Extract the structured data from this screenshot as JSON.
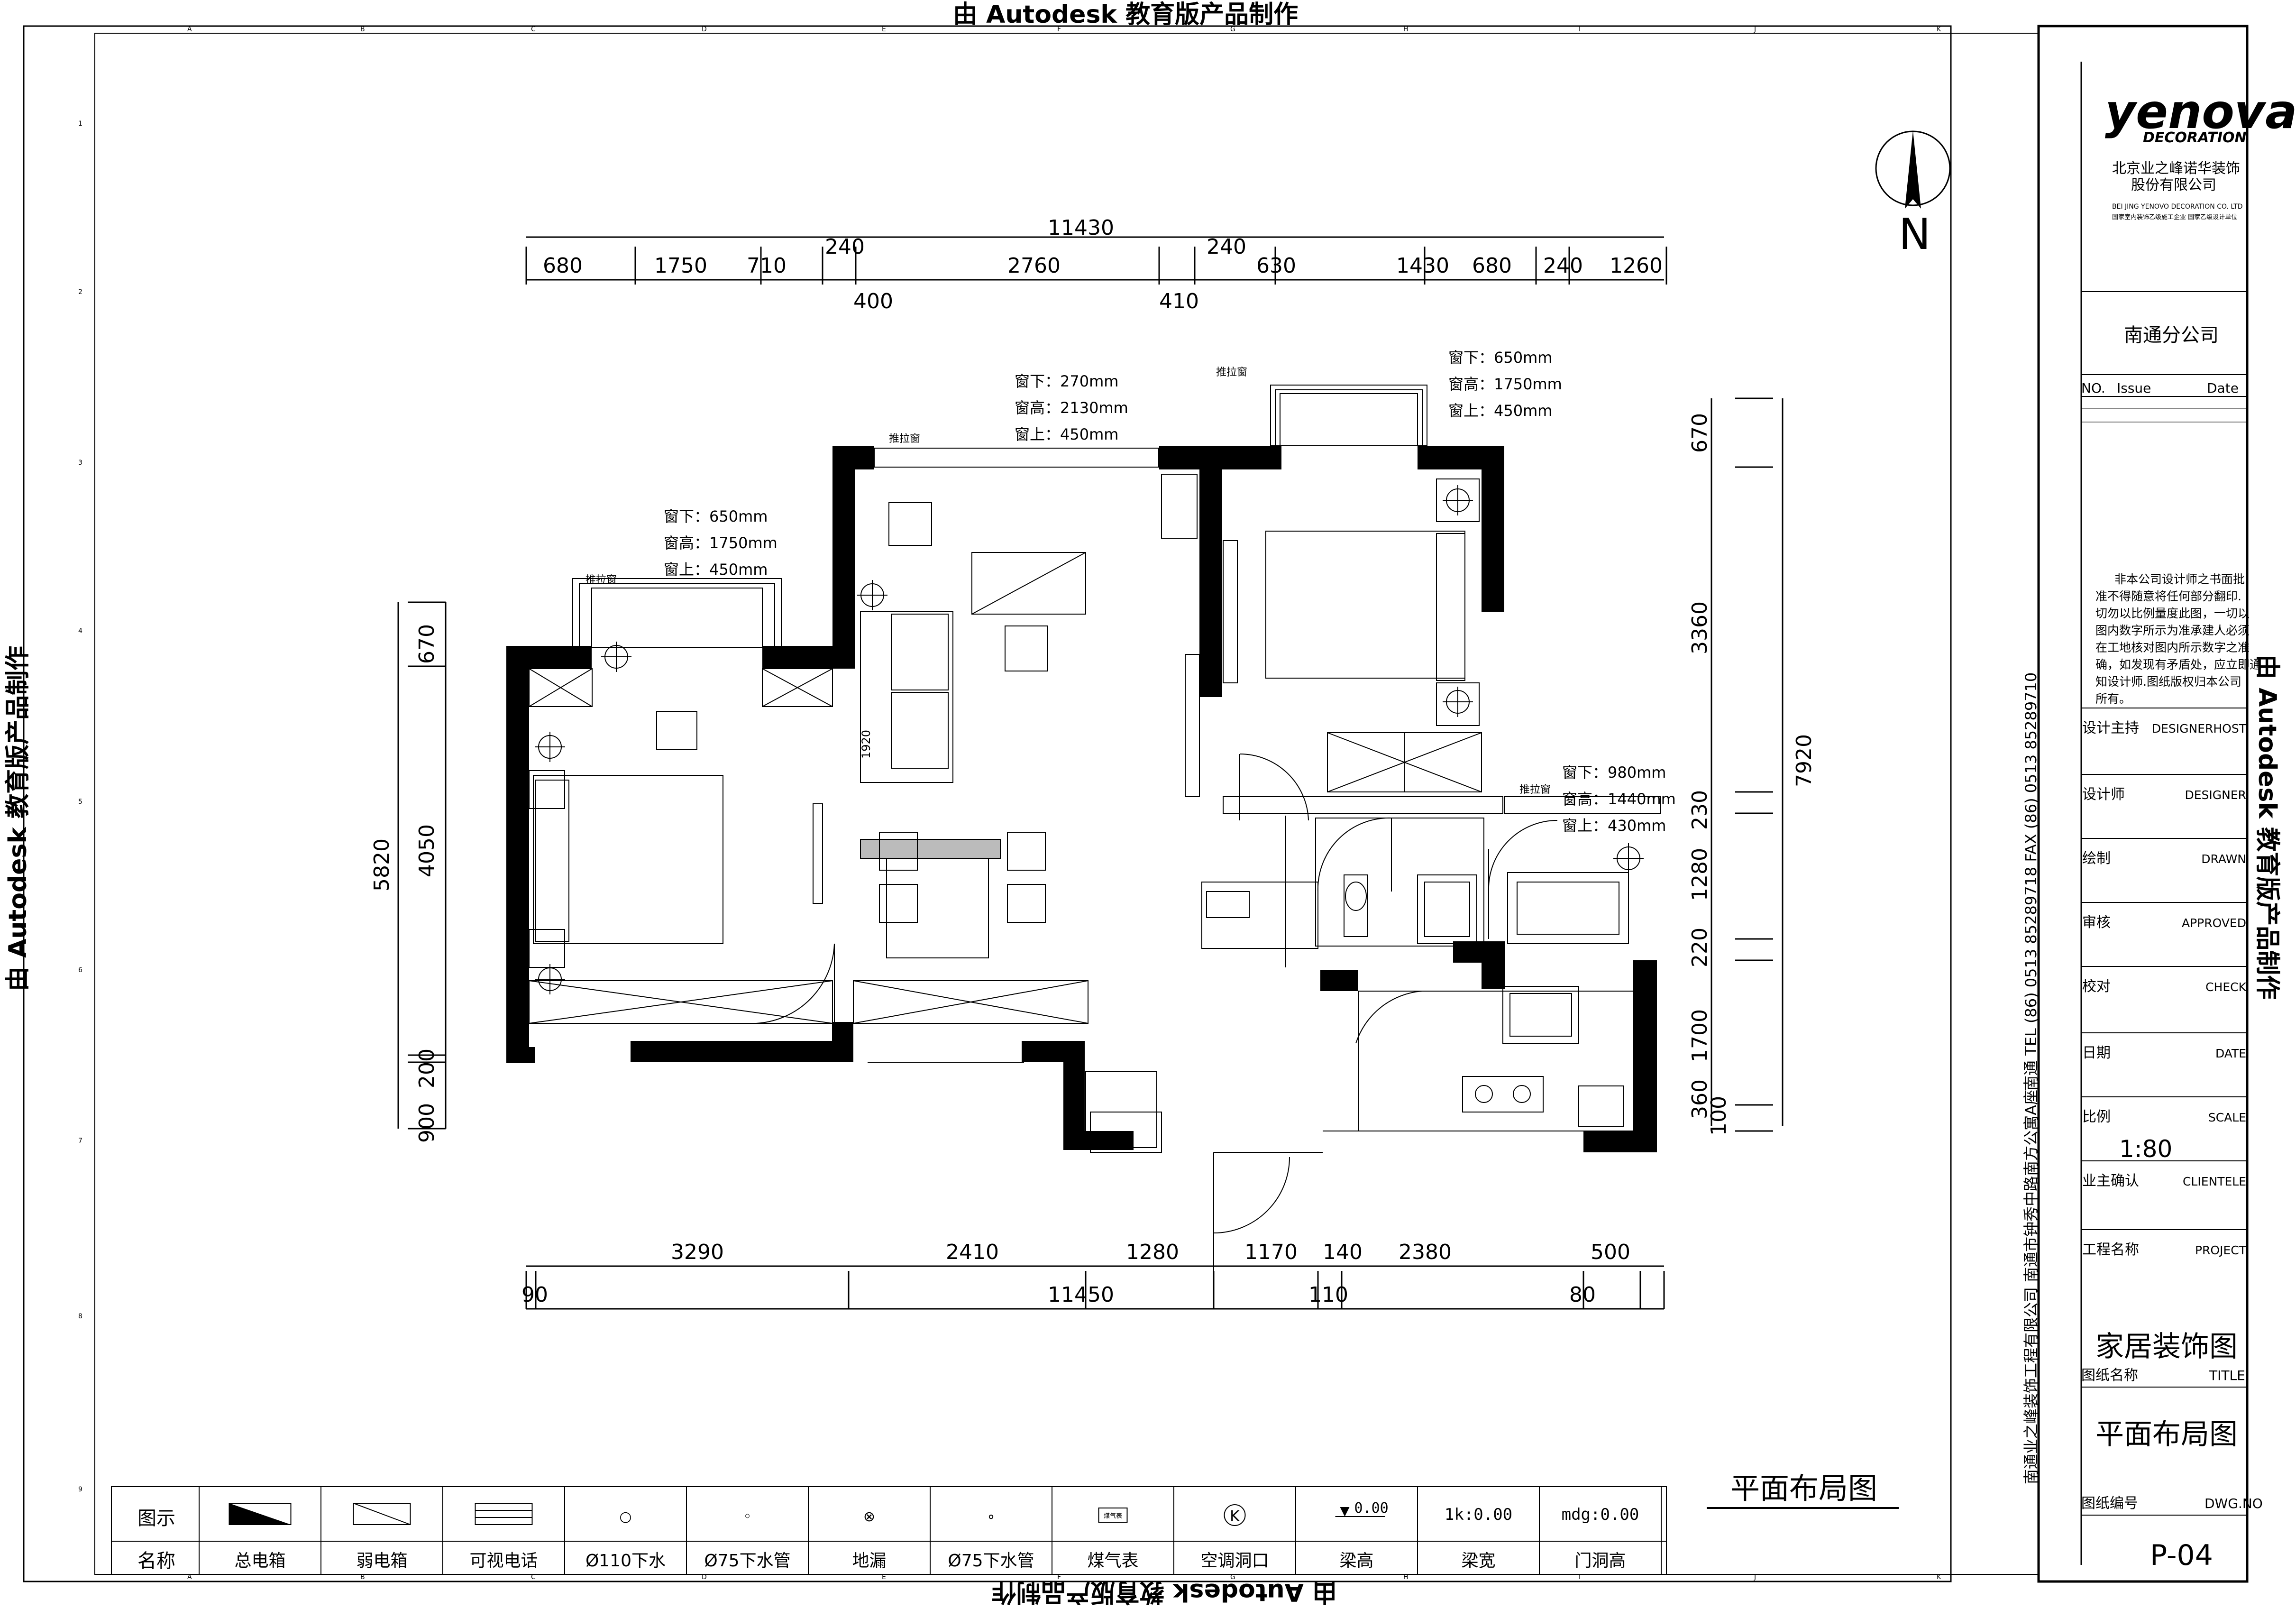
{
  "watermark": "由 Autodesk 教育版产品制作",
  "north_label": "N",
  "grid_letters": [
    "A",
    "B",
    "C",
    "D",
    "E",
    "F",
    "G",
    "H",
    "I",
    "J",
    "K"
  ],
  "grid_numbers": [
    "1",
    "2",
    "3",
    "4",
    "5",
    "6",
    "7",
    "8",
    "9"
  ],
  "top_dims_row1": [
    "680",
    "1750",
    "710",
    "240",
    "2760",
    "240",
    "630",
    "1430",
    "680",
    "240",
    "1260"
  ],
  "top_dims_row2": [
    "400",
    "410"
  ],
  "top_total": "11430",
  "bottom_dims_row1": [
    "3290",
    "2410",
    "1280",
    "1170",
    "140",
    "2380",
    "500"
  ],
  "bottom_dims_row2": [
    "90",
    "11450",
    "110",
    "80"
  ],
  "left_dims": {
    "total": "5820",
    "d670": "670",
    "d4050": "4050",
    "d200": "200",
    "d900": "900"
  },
  "right_dims": {
    "total": "7920",
    "d670": "670",
    "d3360": "3360",
    "d230": "230",
    "d1280": "1280",
    "d220": "220",
    "d1700": "1700",
    "d360": "360",
    "d100": "100"
  },
  "window_notes": [
    {
      "l1": "窗下：650mm",
      "l2": "窗高：1750mm",
      "l3": "窗上：450mm"
    },
    {
      "l1": "窗下：270mm",
      "l2": "窗高：2130mm",
      "l3": "窗上：450mm"
    },
    {
      "l1": "窗下：650mm",
      "l2": "窗高：1750mm",
      "l3": "窗上：450mm"
    },
    {
      "l1": "窗下：980mm",
      "l2": "窗高：1440mm",
      "l3": "窗上：430mm"
    }
  ],
  "sliding_window_label": "推拉窗",
  "dim_1920": "1920",
  "plan_title": "平面布局图",
  "legend": {
    "row1_head": "图示",
    "row2_head": "名称",
    "symbols": [
      "",
      "",
      "",
      "○",
      "◦",
      "⊗",
      "∘",
      "",
      "K",
      "0.00",
      "1k:0.00",
      "mdg:0.00"
    ],
    "names": [
      "总电箱",
      "弱电箱",
      "可视电话",
      "Ø110下水",
      "Ø75下水管",
      "地漏",
      "Ø75下水管",
      "煤气表",
      "空调洞口",
      "梁高",
      "梁宽",
      "门洞高"
    ],
    "gas_meter_tag": "煤气表"
  },
  "title_block": {
    "logo": "yenova",
    "logo_sub": "DECORATION",
    "company_cn1": "北京业之峰诺华装饰",
    "company_cn2": "股份有限公司",
    "company_en": "BEI JING YENOVO DECORATION CO.  LTD",
    "company_tag": "国家室内装饰乙级施工企业  国家乙级设计单位",
    "branch": "南通分公司",
    "no_label": "NO.",
    "issue_label": "Issue",
    "date_label": "Date",
    "notice": [
      "非本公司设计师之书面批",
      "准不得随意将任何部分翻印.",
      "切勿以比例量度此图，一切以",
      "图内数字所示为准承建人必须",
      "在工地核对图内所示数字之准",
      "确，如发现有矛盾处，应立即通",
      "知设计师.图纸版权归本公司",
      "所有。"
    ],
    "rows": [
      {
        "cn": "设计主持",
        "en": "DESIGNERHOST"
      },
      {
        "cn": "设计师",
        "en": "DESIGNER"
      },
      {
        "cn": "绘制",
        "en": "DRAWN"
      },
      {
        "cn": "审核",
        "en": "APPROVED"
      },
      {
        "cn": "校对",
        "en": "CHECK"
      },
      {
        "cn": "日期",
        "en": "DATE"
      },
      {
        "cn": "比例",
        "en": "SCALE"
      },
      {
        "cn": "业主确认",
        "en": "CLIENTELE"
      },
      {
        "cn": "工程名称",
        "en": "PROJECT"
      }
    ],
    "scale_value": "1:80",
    "project_name": "家居装饰图",
    "title_label_cn": "图纸名称",
    "title_label_en": "TITLE",
    "drawing_title": "平面布局图",
    "dwg_label_cn": "图纸编号",
    "dwg_label_en": "DWG.NO",
    "dwg_no": "P-04",
    "vertical_address": "南通业之峰装饰工程有限公司  南通市钟秀中路南方公寓A座",
    "vertical_contact": "南通  TEL (86) 0513 85289718  FAX (86) 0513 85289710"
  }
}
